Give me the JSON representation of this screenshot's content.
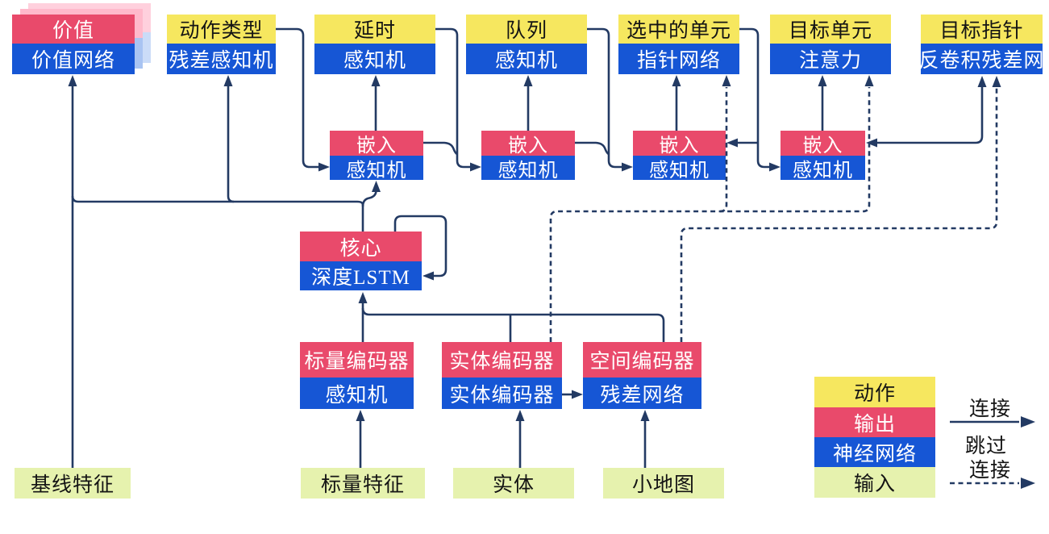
{
  "diagram_title": "agent-architecture-diagram",
  "nodes": {
    "value": {
      "top": "价值",
      "bottom": "价值网络"
    },
    "action_type": {
      "top": "动作类型",
      "bottom": "残差感知机"
    },
    "delay": {
      "top": "延时",
      "bottom": "感知机"
    },
    "queue": {
      "top": "队列",
      "bottom": "感知机"
    },
    "selected_units": {
      "top": "选中的单元",
      "bottom": "指针网络"
    },
    "target_unit": {
      "top": "目标单元",
      "bottom": "注意力"
    },
    "target_pointer": {
      "top": "目标指针",
      "bottom": "反卷积残差网"
    },
    "embed1": {
      "top": "嵌入",
      "bottom": "感知机"
    },
    "embed2": {
      "top": "嵌入",
      "bottom": "感知机"
    },
    "embed3": {
      "top": "嵌入",
      "bottom": "感知机"
    },
    "embed4": {
      "top": "嵌入",
      "bottom": "感知机"
    },
    "core": {
      "top": "核心",
      "bottom": "深度LSTM"
    },
    "scalar_encoder": {
      "top": "标量编码器",
      "bottom": "感知机"
    },
    "entity_encoder": {
      "top": "实体编码器",
      "bottom": "实体编码器"
    },
    "spatial_encoder": {
      "top": "空间编码器",
      "bottom": "残差网络"
    },
    "baseline_features": {
      "label": "基线特征"
    },
    "scalar_features": {
      "label": "标量特征"
    },
    "entities": {
      "label": "实体"
    },
    "minimap": {
      "label": "小地图"
    }
  },
  "legend": {
    "items": [
      {
        "label": "动作",
        "color": "#F6E75F"
      },
      {
        "label": "输出",
        "color": "#E94A6B"
      },
      {
        "label": "神经网络",
        "color": "#1656D5"
      },
      {
        "label": "输入",
        "color": "#E6F2AE"
      }
    ],
    "connection_label": "连接",
    "skip_label_line1": "跳过",
    "skip_label_line2": "连接"
  },
  "colors": {
    "action_yellow": "#F6E75F",
    "output_red": "#E94A6B",
    "network_blue": "#1656D5",
    "input_green": "#E6F2AE",
    "wire_navy": "#233A63",
    "ghost_pink": "#FFB9CB",
    "ghost_blue": "#A9C4F2"
  }
}
